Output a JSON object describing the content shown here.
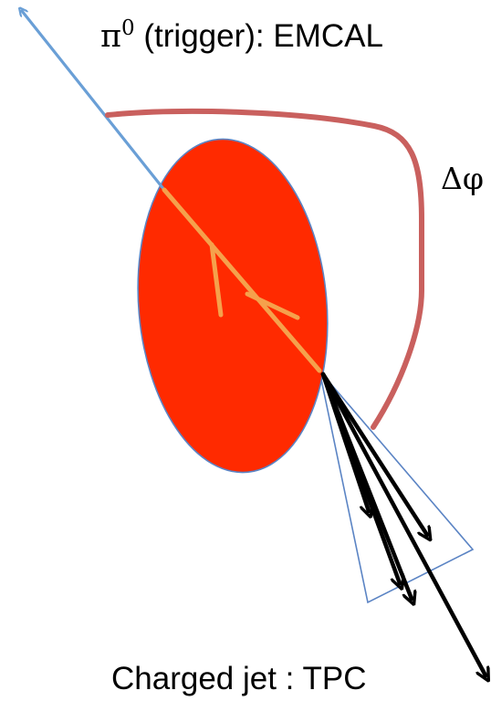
{
  "labels": {
    "trigger_particle": "π",
    "trigger_superscript": "0",
    "trigger_rest": " (trigger): EMCAL",
    "delta_phi": "Δφ",
    "jet": "Charged jet : TPC"
  },
  "colors": {
    "collision_region": "#ff2a00",
    "collision_outline": "#5b84c4",
    "trigger_track": "#6a9fd6",
    "parton_shower": "#f5a14c",
    "angle_arc": "#c9605e",
    "jet_cone_fill": "#ffffff",
    "jet_cone_outline": "#5b84c4",
    "jet_tracks": "#000000"
  }
}
